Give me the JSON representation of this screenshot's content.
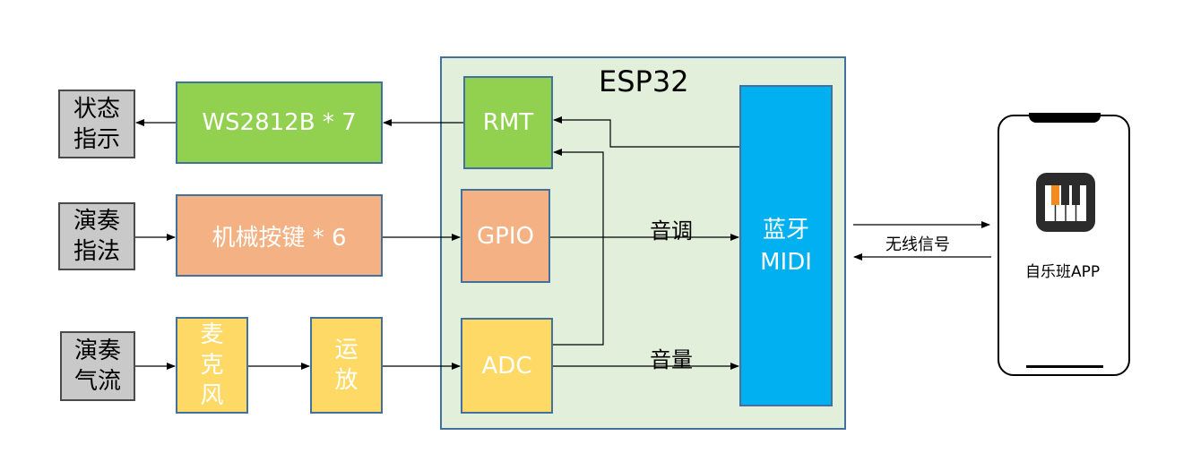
{
  "inputs": {
    "status": "状态\n指示",
    "fingering": "演奏\n指法",
    "airflow": "演奏\n气流"
  },
  "blocks": {
    "ws2812b": "WS2812B * 7",
    "keys": "机械按键 * 6",
    "mic": "麦\n克\n风",
    "amp": "运\n放"
  },
  "esp32": {
    "title": "ESP32",
    "rmt": "RMT",
    "gpio": "GPIO",
    "adc": "ADC",
    "ble_midi": "蓝牙\nMIDI"
  },
  "signals": {
    "pitch": "音调",
    "volume": "音量",
    "wireless": "无线信号"
  },
  "phone": {
    "app_name": "自乐班APP"
  },
  "colors": {
    "gray": "#c9c9c9",
    "green": "#92d050",
    "orange": "#f4b183",
    "yellow": "#ffd966",
    "blue": "#00b0f0",
    "esp_bg": "#e2efda",
    "border": "#41719c"
  }
}
